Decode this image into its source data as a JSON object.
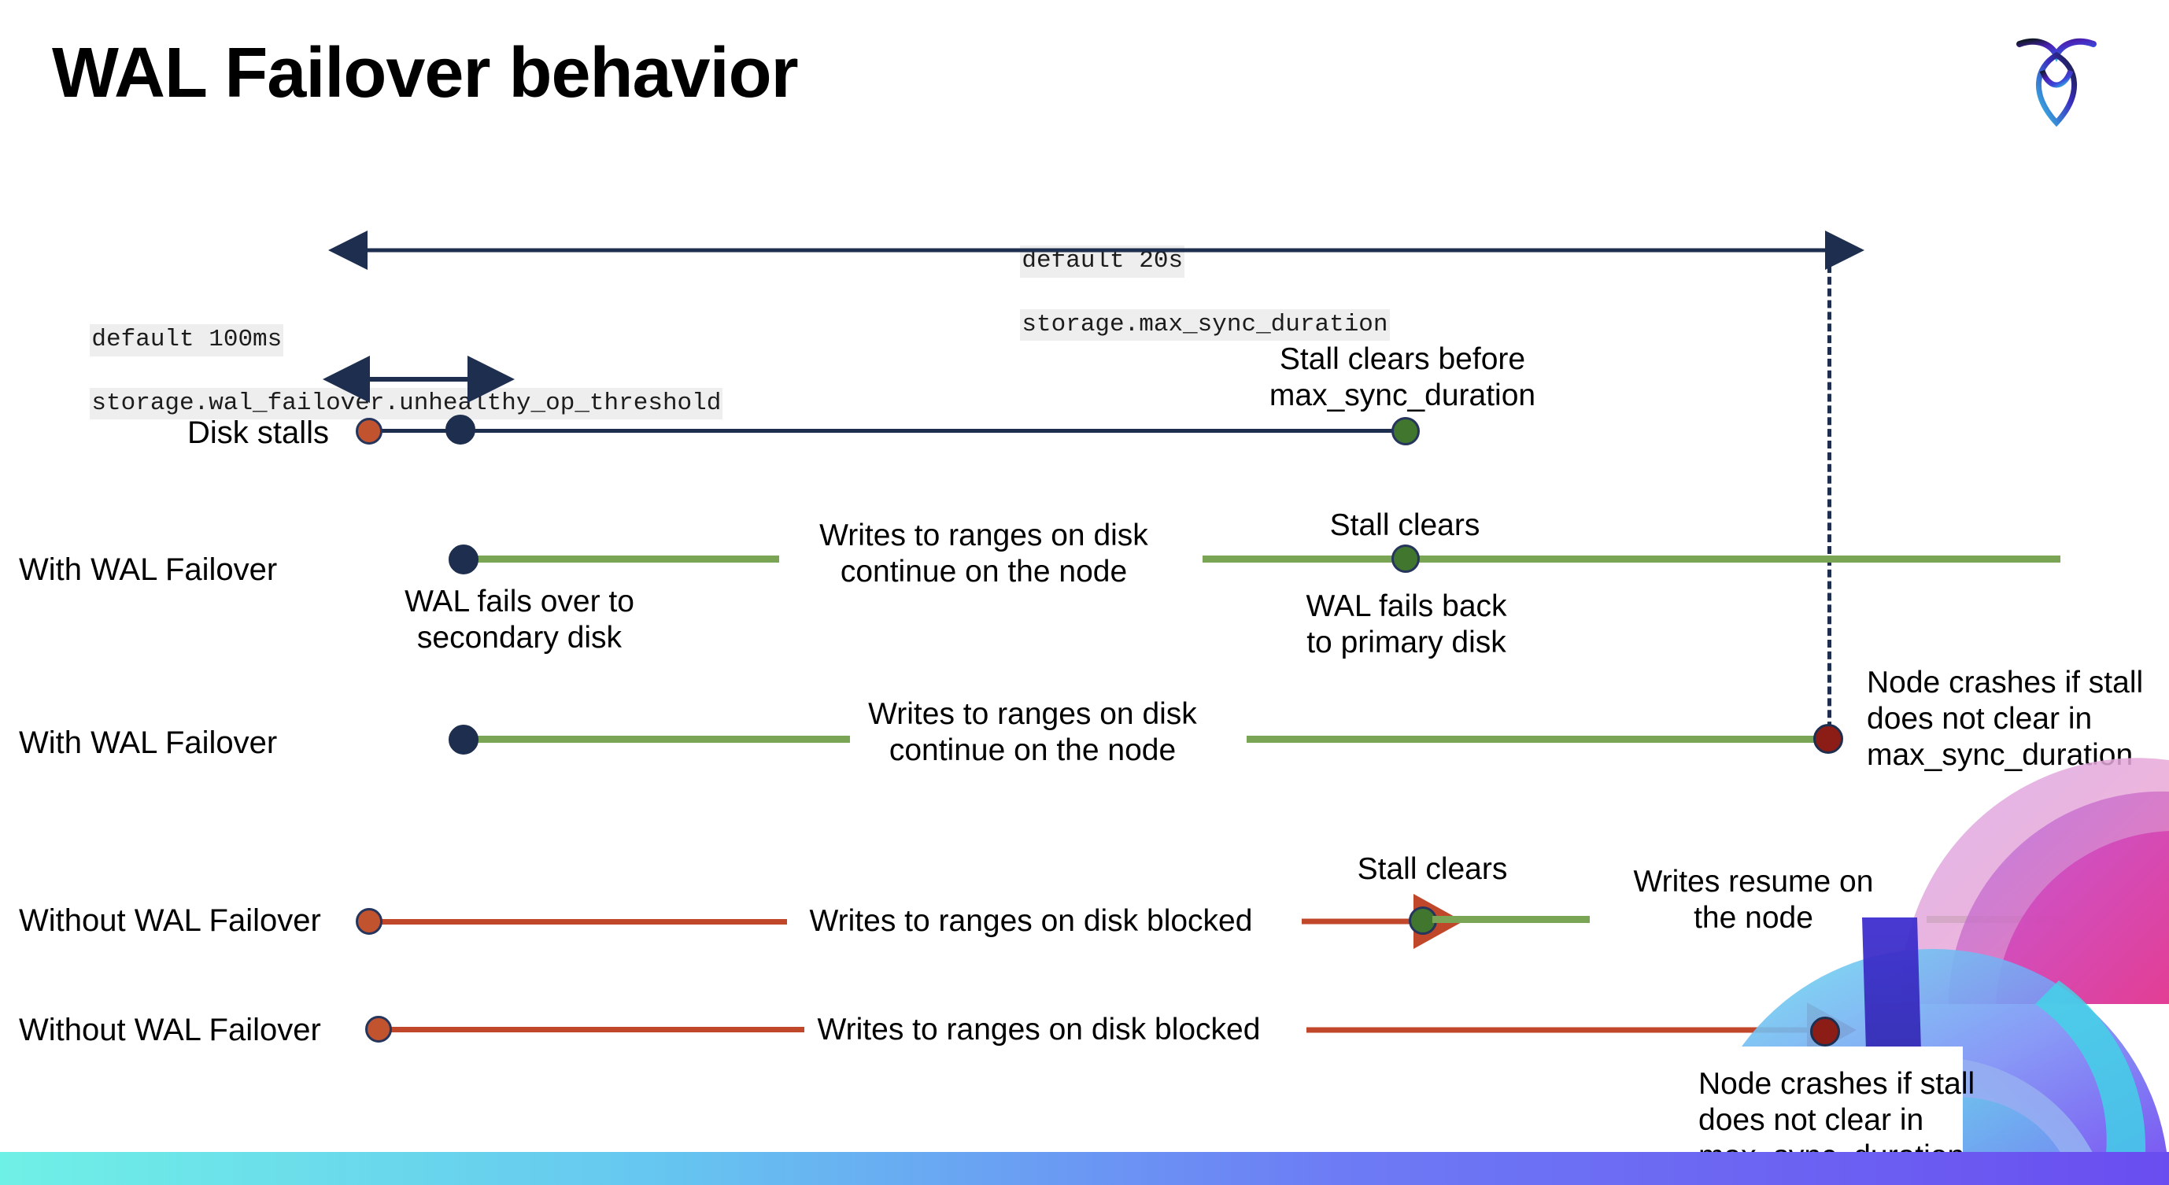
{
  "slide": {
    "title": "WAL Failover behavior",
    "logo_name": "cockroachdb-logo"
  },
  "settings": [
    {
      "id": "max-sync-duration",
      "default_line": "default 20s",
      "name_line": "storage.max_sync_duration"
    },
    {
      "id": "unhealthy-op-threshold",
      "default_line": "default 100ms",
      "name_line": "storage.wal_failover.unhealthy_op_threshold"
    }
  ],
  "rows": [
    {
      "id": "disk-stalls",
      "label": "Disk stalls",
      "end_note": "Stall clears before\nmax_sync_duration"
    },
    {
      "id": "with-wal-failover-clears",
      "label": "With WAL Failover",
      "start_note": "WAL fails over to\nsecondary disk",
      "mid_note": "Writes to ranges on disk\ncontinue on the node",
      "clear_note": "Stall clears",
      "end_note": "WAL fails  back\nto primary disk"
    },
    {
      "id": "with-wal-failover-crash",
      "label": "With WAL Failover",
      "mid_note": "Writes to ranges on disk\ncontinue on the node",
      "crash_note": "Node crashes if stall\ndoes not clear in\nmax_sync_duration"
    },
    {
      "id": "without-wal-failover-clears",
      "label": "Without WAL Failover",
      "mid_note": "Writes to ranges on disk  blocked",
      "clear_note": "Stall clears",
      "end_note": "Writes resume on\nthe node"
    },
    {
      "id": "without-wal-failover-crash",
      "label": "Without WAL Failover",
      "mid_note": "Writes to ranges on disk  blocked",
      "crash_note": "Node crashes if stall\ndoes not clear in\nmax_sync_duration"
    }
  ],
  "colors": {
    "navy": "#1e2e4f",
    "green_line": "#7aa555",
    "green_dot": "#41762f",
    "orange": "#c1532f",
    "orange_line": "#c1472a",
    "dark_red": "#8c1d16",
    "chip_bg": "#eeeeee"
  }
}
